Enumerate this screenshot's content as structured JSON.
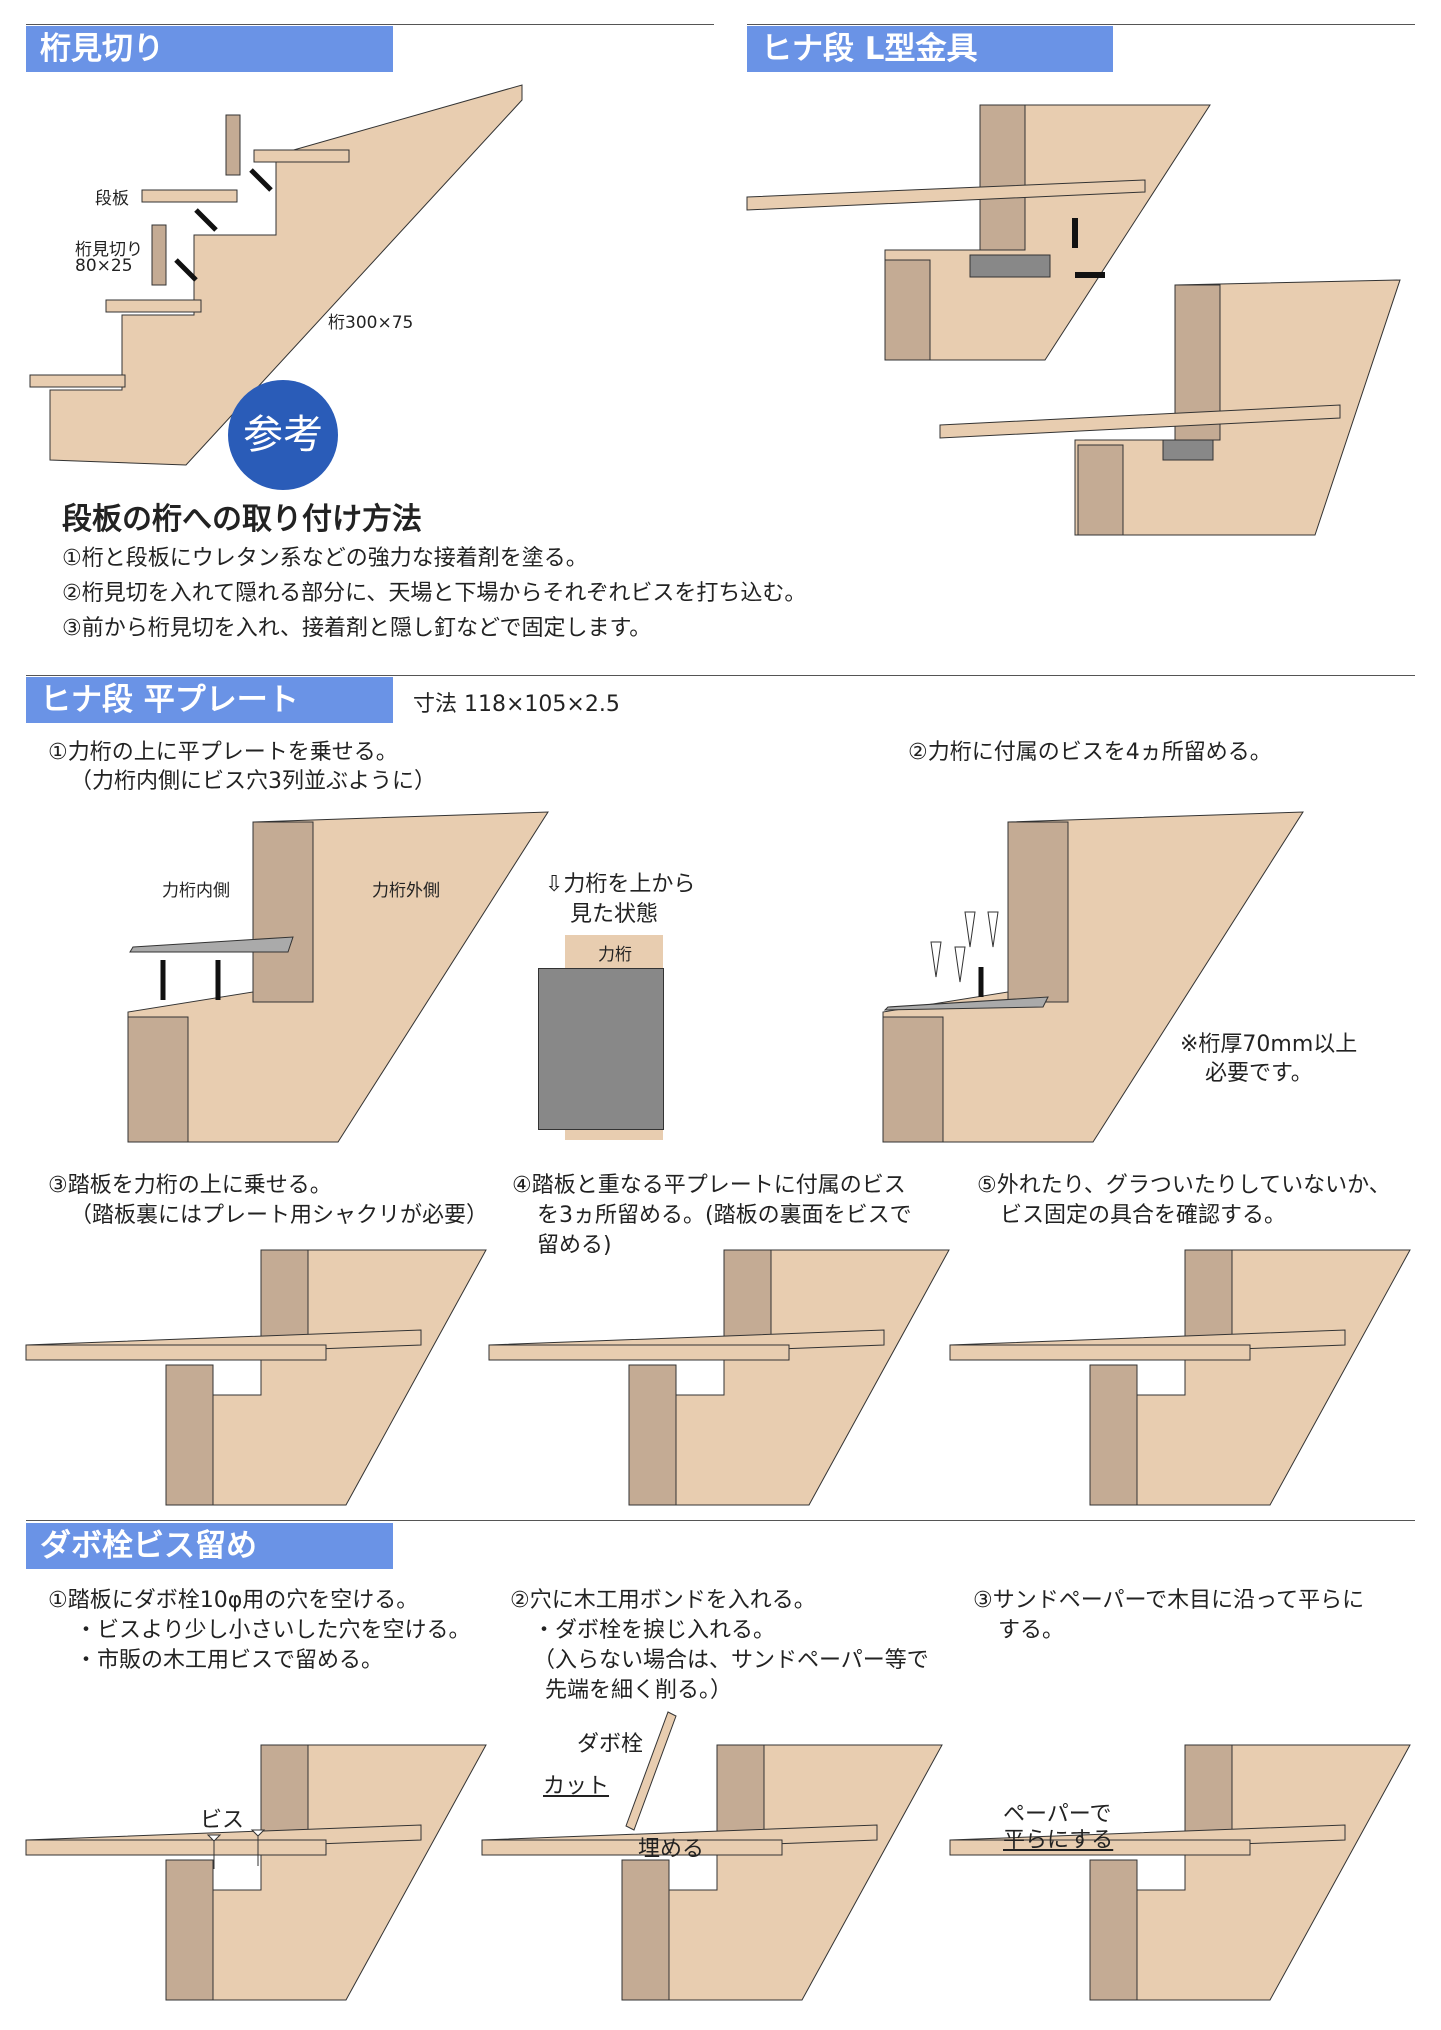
{
  "sections": {
    "s1": {
      "title": "桁見切り",
      "labels": {
        "tread": "段板",
        "trim": "桁見切り",
        "trim_size": "80×25",
        "stringer": "桁300×75"
      },
      "badge": "参考",
      "subtitle": "段板の桁への取り付け方法",
      "steps": [
        "①桁と段板にウレタン系などの強力な接着剤を塗る。",
        "②桁見切を入れて隠れる部分に、天場と下場からそれぞれビスを打ち込む。",
        "③前から桁見切を入れ、接着剤と隠し釘などで固定します。"
      ]
    },
    "s2": {
      "title": "ヒナ段 L型金具"
    },
    "s3": {
      "title": "ヒナ段 平プレート",
      "dims": "寸法 118×105×2.5",
      "step1": [
        "①力桁の上に平プレートを乗せる。",
        "（力桁内側にビス穴3列並ぶように）"
      ],
      "inner": "力桁内側",
      "outer": "力桁外側",
      "topview": [
        "⇩力桁を上から",
        "見た状態"
      ],
      "beam": "力桁",
      "step2": "②力桁に付属のビスを4ヵ所留める。",
      "note": [
        "※桁厚70mm以上",
        "必要です。"
      ],
      "step3": [
        "③踏板を力桁の上に乗せる。",
        "（踏板裏にはプレート用シャクリが必要）"
      ],
      "step4": [
        "④踏板と重なる平プレートに付属のビス",
        "を3ヵ所留める。(踏板の裏面をビスで",
        "留める)"
      ],
      "step5": [
        "⑤外れたり、グラついたりしていないか、",
        "ビス固定の具合を確認する。"
      ]
    },
    "s4": {
      "title": "ダボ栓ビス留め",
      "step1": [
        "①踏板にダボ栓10φ用の穴を空ける。",
        "・ビスより少し小さいした穴を空ける。",
        "・市販の木工用ビスで留める。"
      ],
      "step2": [
        "②穴に木工用ボンドを入れる。",
        "・ダボ栓を捩じ入れる。",
        "（入らない場合は、サンドペーパー等で",
        "先端を細く削る。）"
      ],
      "step3": [
        "③サンドペーパーで木目に沿って平らに",
        "する。"
      ],
      "screw": "ビス",
      "dowel": "ダボ栓",
      "cut": "カット",
      "bury": "埋める",
      "sand": [
        "ペーパーで",
        "平らにする"
      ]
    }
  },
  "colors": {
    "header": "#6a93e6",
    "wood": "#e8cdb0",
    "post": "#c4ab94",
    "badge": "#2a5cb8",
    "plate": "#a9a9a9"
  }
}
